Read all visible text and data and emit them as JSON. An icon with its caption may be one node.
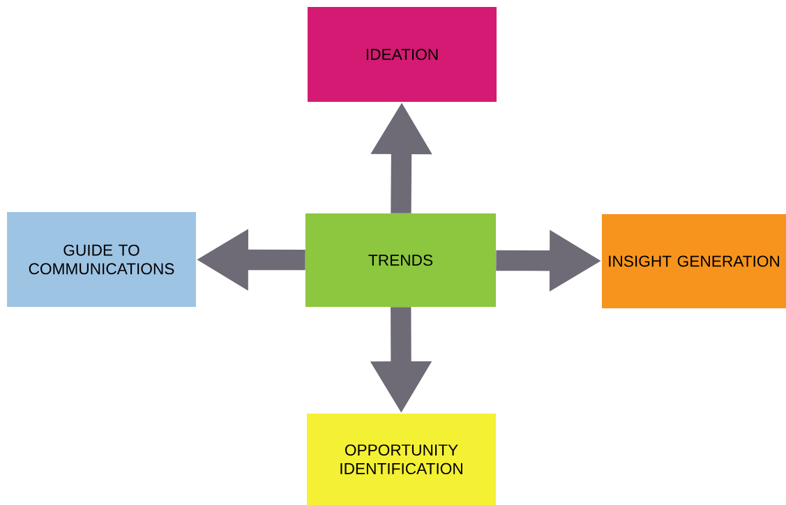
{
  "diagram": {
    "nodes": [
      {
        "text": [
          "IDEATION"
        ]
      },
      {
        "text": [
          "GUIDE TO COMMUNICATIONS"
        ]
      },
      {
        "text": [
          "TRENDS"
        ]
      },
      {
        "text": [
          "INSIGHT GENERATION"
        ]
      },
      {
        "text": [
          "OPPORTUNITY IDENTIFICATION"
        ]
      }
    ],
    "edges": [
      {
        "from": 2,
        "to": 0,
        "arrow": "to"
      },
      {
        "from": 2,
        "to": 1,
        "arrow": "to"
      },
      {
        "from": 2,
        "to": 3,
        "arrow": "to"
      },
      {
        "from": 2,
        "to": 4,
        "arrow": "to"
      }
    ]
  }
}
